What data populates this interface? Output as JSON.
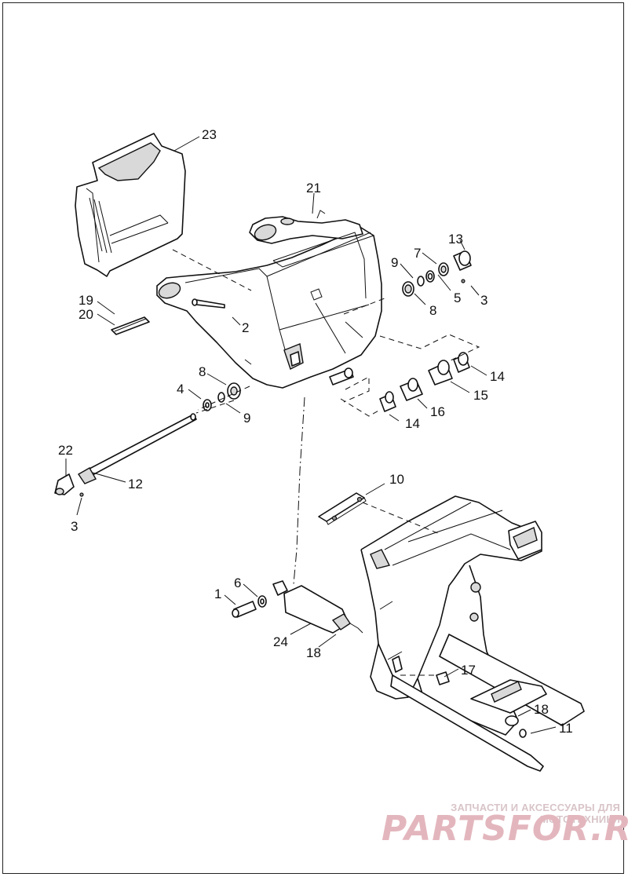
{
  "callouts": {
    "c23": "23",
    "c21": "21",
    "c13": "13",
    "c7": "7",
    "c9a": "9",
    "c3a": "3",
    "c5": "5",
    "c8a": "8",
    "c19": "19",
    "c20": "20",
    "c2": "2",
    "c8b": "8",
    "c4": "4",
    "c9b": "9",
    "c14a": "14",
    "c15": "15",
    "c16": "16",
    "c14b": "14",
    "c22": "22",
    "c12": "12",
    "c3b": "3",
    "c10": "10",
    "c1": "1",
    "c6": "6",
    "c24": "24",
    "c18a": "18",
    "c17": "17",
    "c18b": "18",
    "c11": "11"
  },
  "watermark": {
    "tagline": "ЗАПЧАСТИ И АКСЕССУАРЫ ДЛЯ МОТОТЕХНИКИ",
    "logo": "PARTSFOR.RU"
  },
  "colors": {
    "line": "#111111",
    "watermark": "#e3b6bd"
  }
}
